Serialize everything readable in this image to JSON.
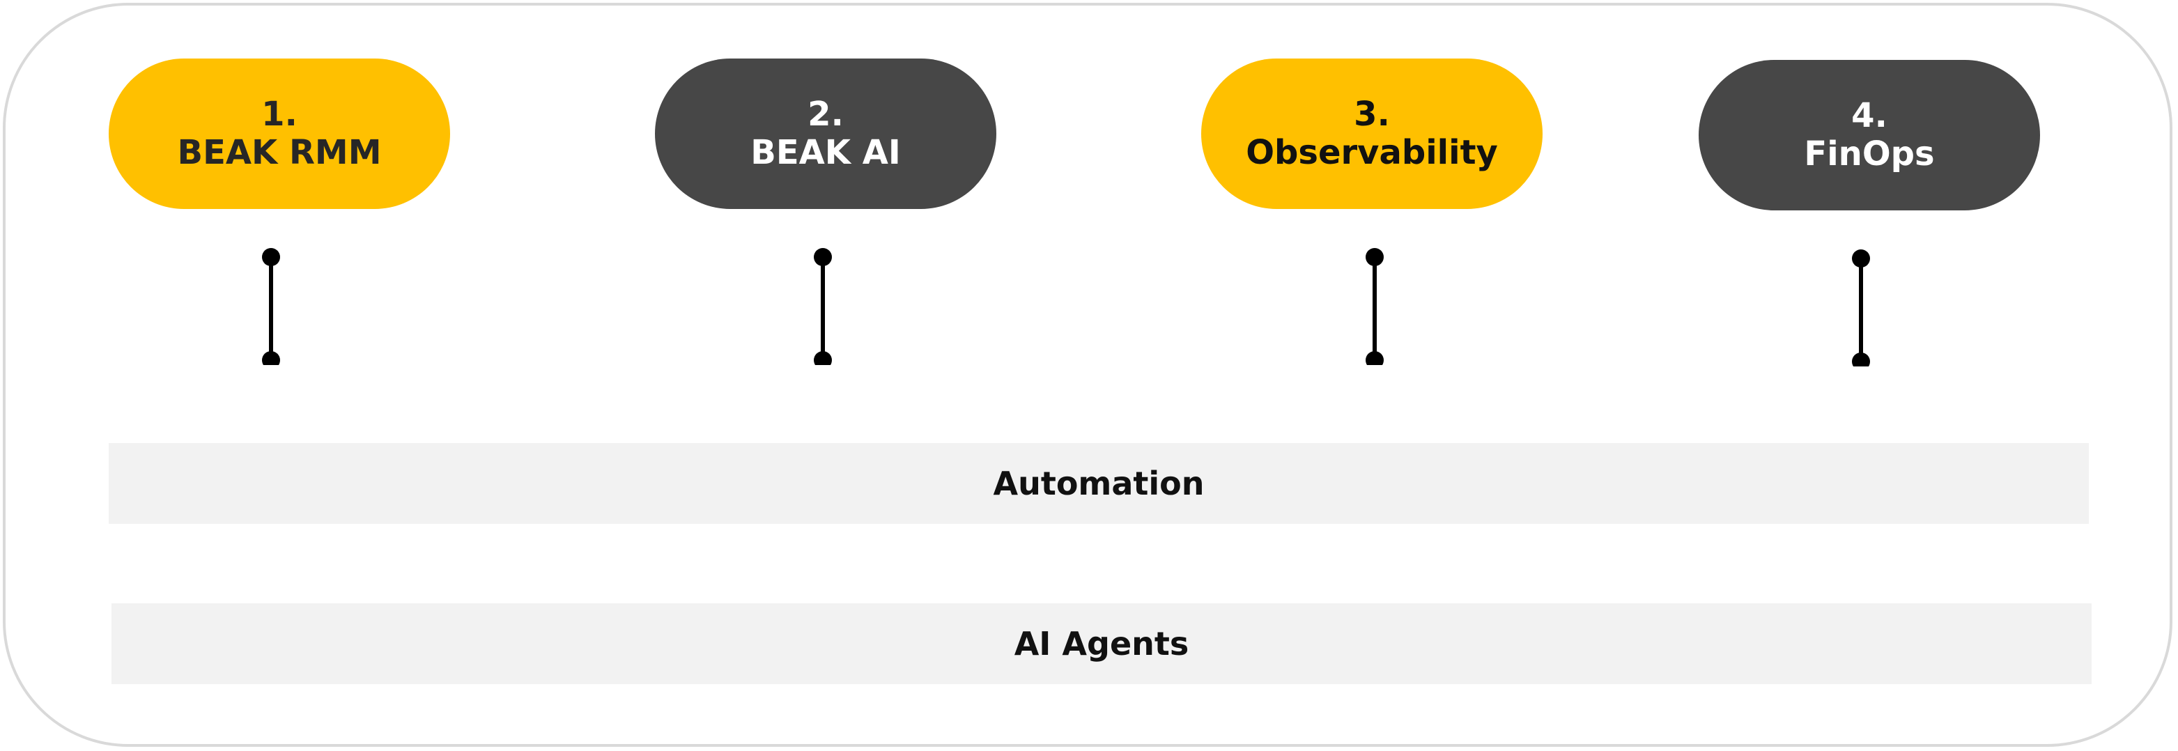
{
  "pillars": [
    {
      "number": "1.",
      "name": "BEAK RMM",
      "style": "yellow"
    },
    {
      "number": "2.",
      "name": "BEAK AI",
      "style": "dark"
    },
    {
      "number": "3.",
      "name": "Observability",
      "style": "yellow"
    },
    {
      "number": "4.",
      "name": "FinOps",
      "style": "dark"
    }
  ],
  "layers": {
    "automation": "Automation",
    "ai_agents": "AI Agents"
  },
  "colors": {
    "yellow": "#ffc000",
    "dark": "#474747",
    "bar": "#f2f2f2",
    "frame": "#d9d9d9"
  }
}
